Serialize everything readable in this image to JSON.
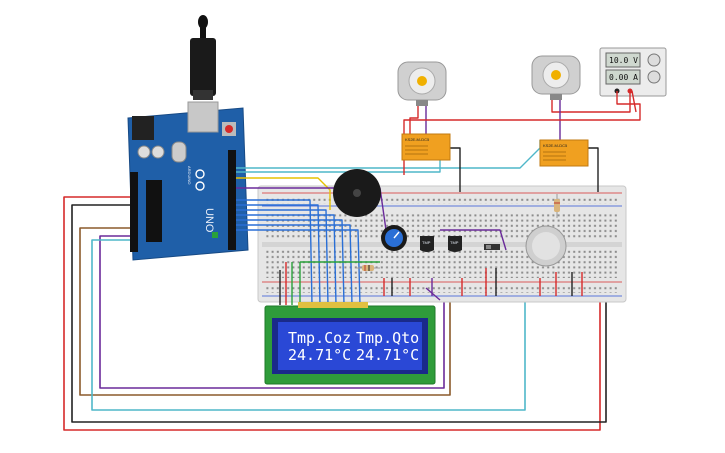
{
  "lcd": {
    "line1_left": "Tmp.Coz",
    "line1_right": "Tmp.Qto",
    "line2_left": "24.71°C",
    "line2_right": "24.71°C"
  },
  "power_supply": {
    "voltage": "10.0 V",
    "current": "0.00 A"
  },
  "arduino": {
    "model": "UNO",
    "brand": "ARDUINO"
  },
  "sensors": {
    "tmp_left": "TMP",
    "tmp_right": "TMP"
  },
  "relays": {
    "left_label": "KS2E-M-DC5",
    "right_label": "KS2E-M-DC5"
  },
  "colors": {
    "breadboard": "#e6e6e6",
    "arduino_board": "#1f5fa8",
    "lcd_board": "#2f9c3a",
    "lcd_screen": "#2a48d6",
    "relay": "#f0a020",
    "wire_red": "#d62a2a",
    "wire_black": "#222222",
    "wire_teal": "#4fb7c9",
    "wire_purple": "#6a2a9a",
    "wire_yellow": "#e6c200",
    "wire_brown": "#8b5a2b",
    "wire_green": "#2aa13a"
  }
}
